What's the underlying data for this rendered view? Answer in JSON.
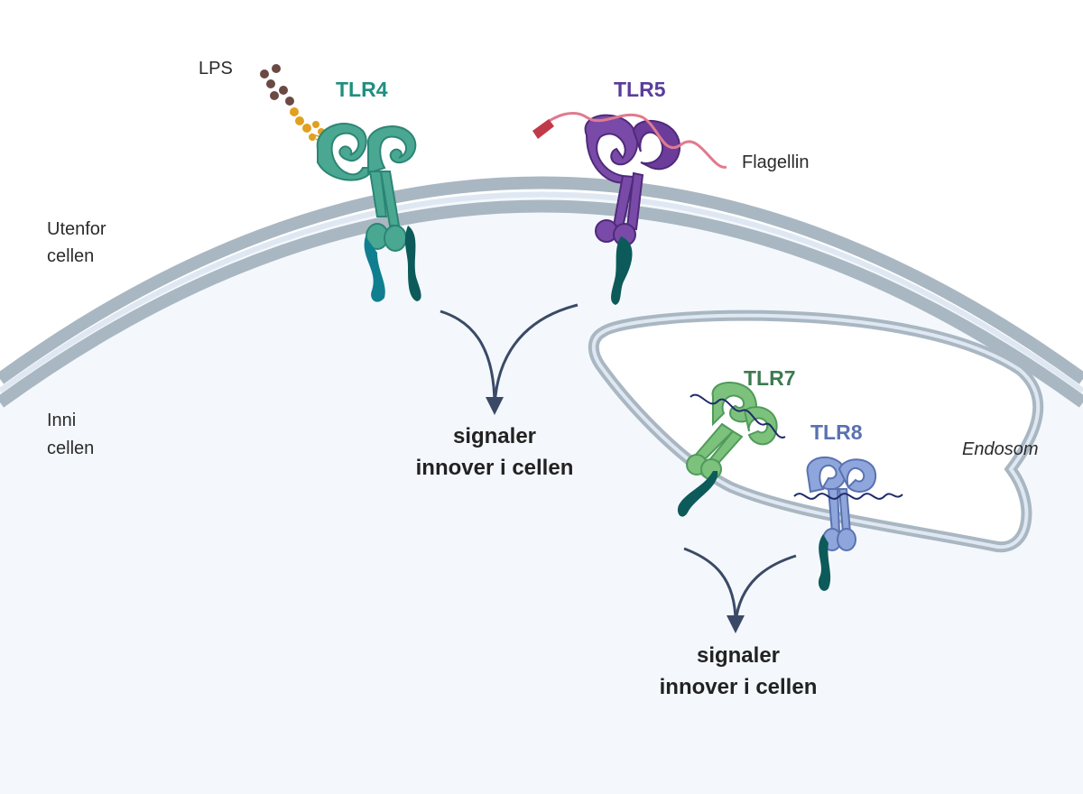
{
  "labels": {
    "lps": "LPS",
    "flagellin": "Flagellin",
    "outside_line1": "Utenfor",
    "outside_line2": "cellen",
    "inside_line1": "Inni",
    "inside_line2": "cellen",
    "endosome": "Endosom"
  },
  "receptors": {
    "tlr4": "TLR4",
    "tlr5": "TLR5",
    "tlr7": "TLR7",
    "tlr8": "TLR8"
  },
  "signals": [
    {
      "line1": "signaler",
      "line2": "innover i cellen"
    },
    {
      "line1": "signaler",
      "line2": "innover i cellen"
    }
  ],
  "colors": {
    "tlr4": "#1f8f7f",
    "tlr5": "#5a3d9a",
    "tlr7": "#3c7a50",
    "tlr8": "#5a72b0",
    "membrane": "#a9b7c2",
    "cell_interior": "#f4f8fc",
    "arrow": "#3a4a66"
  }
}
